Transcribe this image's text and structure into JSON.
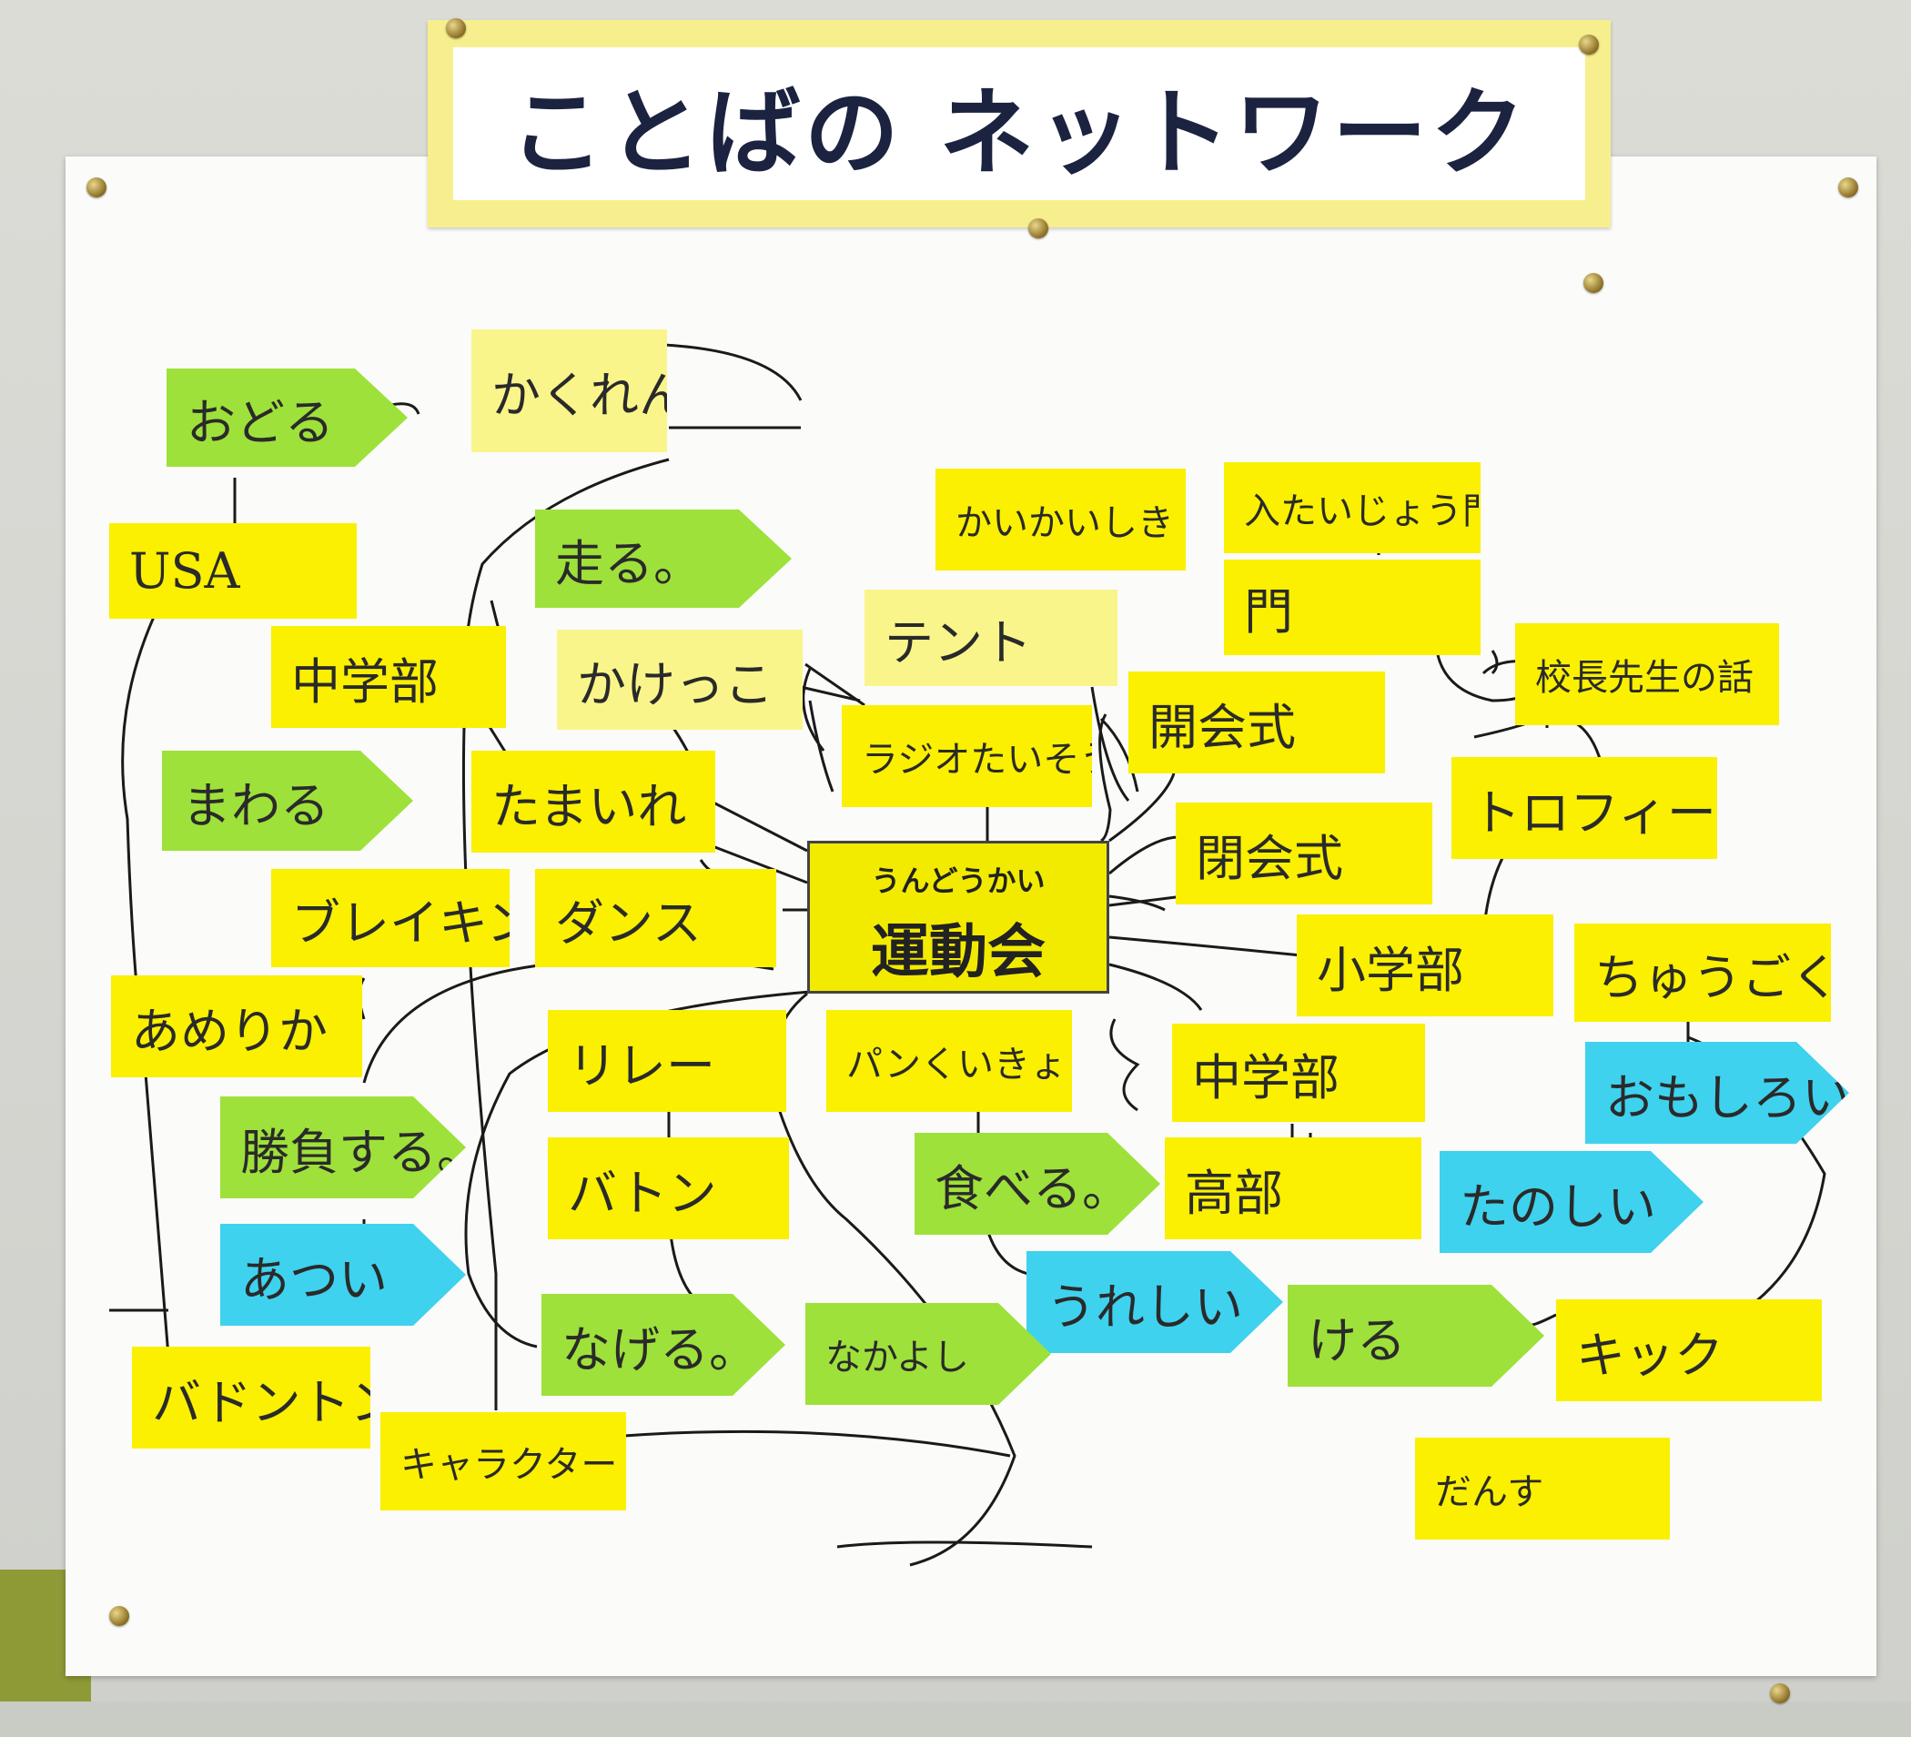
{
  "title": "ことばの ネットワーク",
  "center": {
    "ruby": "うんどうかい",
    "label": "運動会"
  },
  "notes": {
    "odoru": "おどる",
    "kakurenbo": "かくれんぼ",
    "usa": "USA",
    "hashiru": "走る。",
    "kaikaishiki_hiragana": "かいかいしき",
    "nyutaijoumon": "入たいじょう門",
    "mon": "門",
    "chugakubu1": "中学部",
    "kakekko": "かけっこ",
    "tent": "テント",
    "kocho": "校長先生の話",
    "kaikaishiki": "開会式",
    "radio": "ラジオたいそう",
    "mawaru": "まわる",
    "tamaire": "たまいれ",
    "heikaishiki": "閉会式",
    "trophy": "トロフィー",
    "breaking": "ブレイキン",
    "dance": "ダンス",
    "shogakubu": "小学部",
    "chugoku": "ちゅうごく",
    "america": "あめりか",
    "relay": "リレー",
    "pankui": "パンくいきょうそう",
    "chugakubu2": "中学部",
    "omoshiroi": "おもしろい",
    "shobu": "勝負する。",
    "baton": "バトン",
    "taberu": "食べる。",
    "kobu": "高部",
    "tanoshii": "たのしい",
    "atsui": "あつい",
    "ureshii": "うれしい",
    "nageru": "なげる。",
    "nakayoshi": "なかよし",
    "keru": "ける",
    "kick": "キック",
    "badminton": "バドントン",
    "character": "キャラクター",
    "dance2": "だんす"
  },
  "colors": {
    "yellow": "#faf000",
    "green": "#9ee13a",
    "blue": "#3ed2ee",
    "title": "#1c2340"
  }
}
